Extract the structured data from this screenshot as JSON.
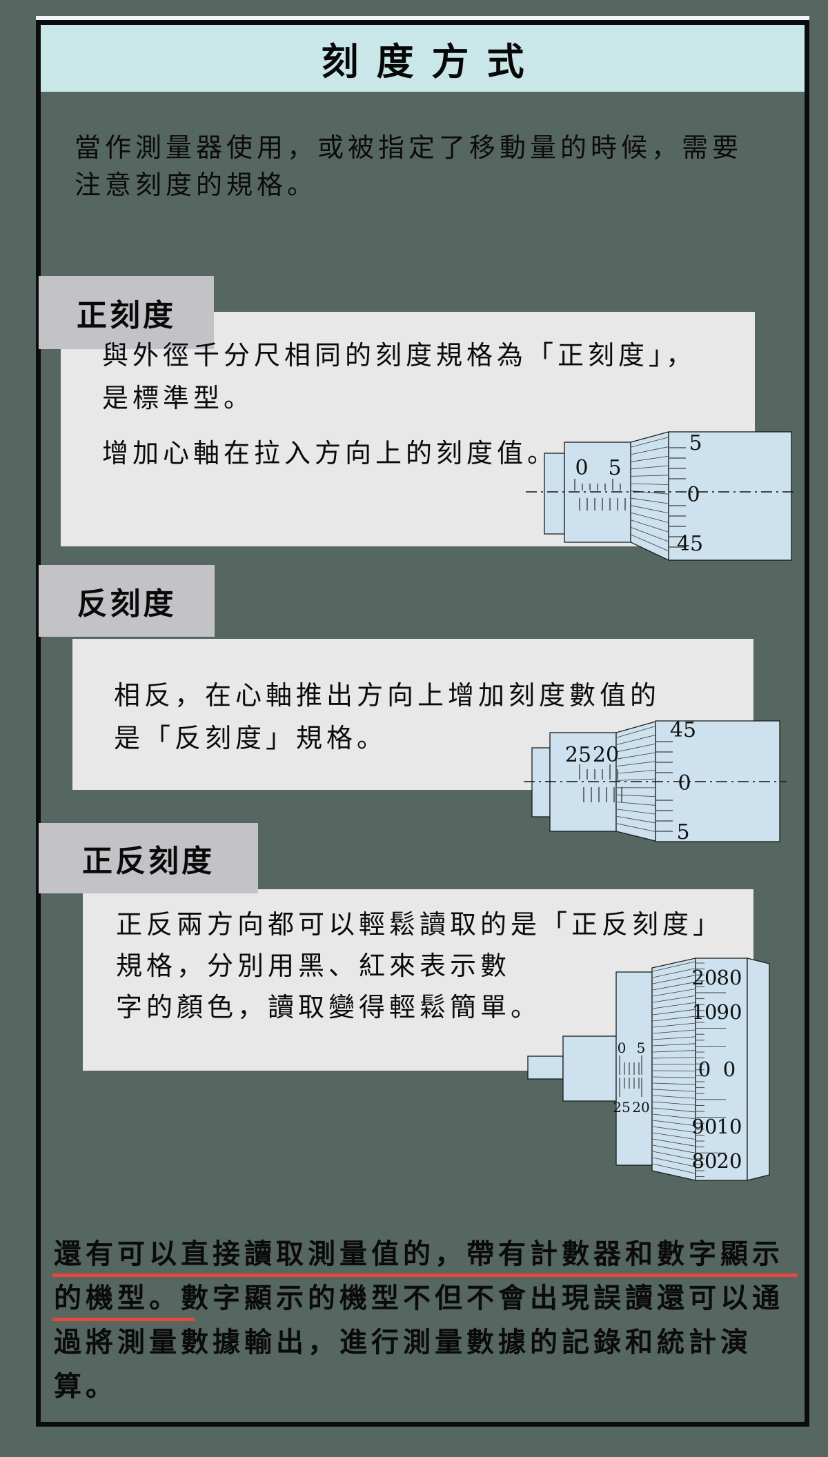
{
  "header": {
    "title": "刻度方式"
  },
  "intro": {
    "line1": "當作測量器使用，或被指定了移動量的時候，需要",
    "line2": "注意刻度的規格。"
  },
  "sections": [
    {
      "label": "正刻度",
      "lines": [
        "與外徑千分尺相同的刻度規格為「正刻度」，",
        "是標準型。",
        "增加心軸在拉入方向上的刻度值。"
      ]
    },
    {
      "label": "反刻度",
      "lines": [
        "相反，在心軸推出方向上增加刻度數值的",
        "是「反刻度」規格。"
      ]
    },
    {
      "label": "正反刻度",
      "lines": [
        "正反兩方向都可以輕鬆讀取的是「正反刻度」",
        "規格，分別用黑、紅來表示數",
        "字的顏色，讀取變得輕鬆簡單。"
      ]
    }
  ],
  "micrometers": [
    {
      "sleeve": [
        "0",
        "5"
      ],
      "thimble": [
        "5",
        "0",
        "45"
      ]
    },
    {
      "sleeve": [
        "25",
        "20"
      ],
      "thimble": [
        "45",
        "0",
        "5"
      ]
    },
    {
      "sleeve_top": [
        "0",
        "5"
      ],
      "sleeve_bottom": [
        "25",
        "20"
      ],
      "thimble_pairs": [
        [
          "20",
          "80"
        ],
        [
          "10",
          "90"
        ],
        [
          "0",
          "0"
        ],
        [
          "90",
          "10"
        ],
        [
          "80",
          "20"
        ]
      ]
    }
  ],
  "footer": {
    "lines": [
      "還有可以直接讀取測量值的，帶有計數器和數字顯示",
      "的機型。數字顯示的機型不但不會出現誤讀還可以通",
      "過將測量數據輸出，進行測量數據的記錄和統計演",
      "算。"
    ]
  },
  "colors": {
    "background": "#566661",
    "title_bar": "#c9e7e9",
    "label_bg": "#c3c3c7",
    "panel_bg": "#e8e8e9",
    "instrument_fill": "#cde2ee",
    "underline_red": "#e8473e",
    "text": "#0b0b0b"
  }
}
